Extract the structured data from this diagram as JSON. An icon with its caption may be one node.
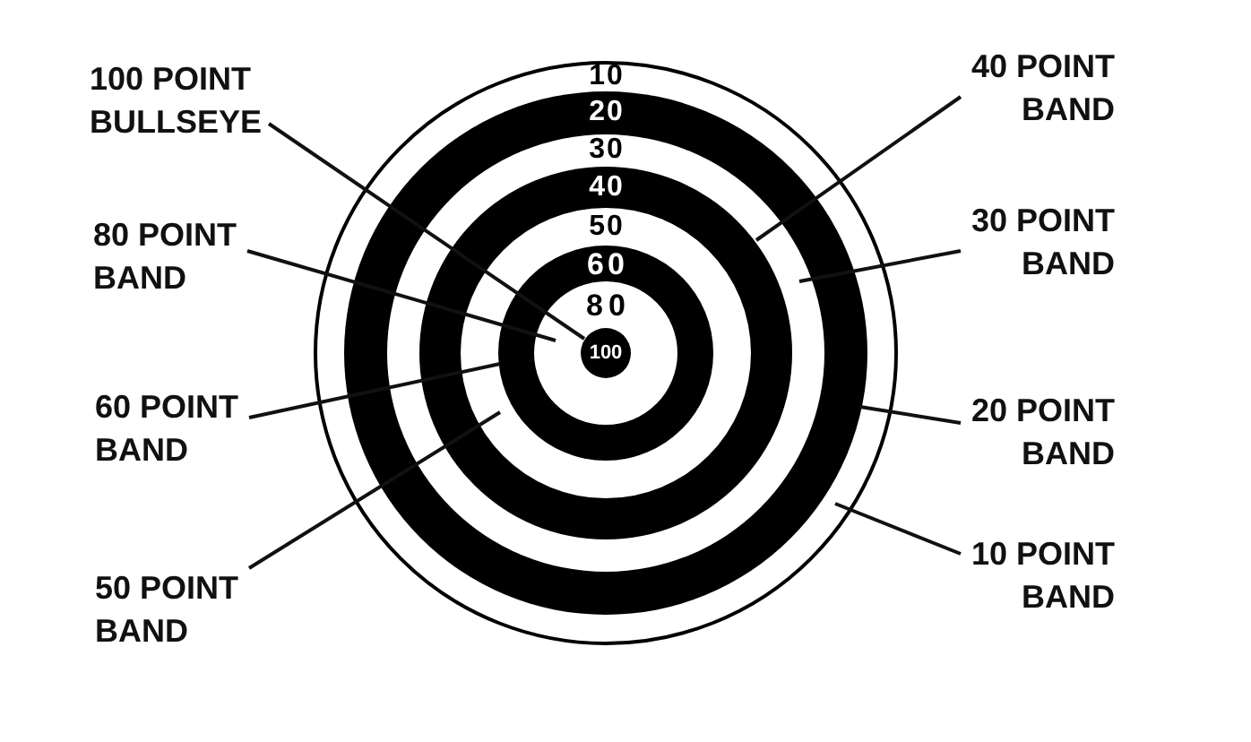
{
  "diagram": {
    "nodes": [
      {
        "text": [
          "10"
        ]
      },
      {
        "text": [
          "20"
        ],
        "in": 0
      },
      {
        "text": [
          "30"
        ],
        "in": 1
      },
      {
        "text": [
          "40"
        ],
        "in": 2
      },
      {
        "text": [
          "50"
        ],
        "in": 3
      },
      {
        "text": [
          "60"
        ],
        "in": 4
      },
      {
        "text": [
          "80"
        ],
        "in": 5
      },
      {
        "text": [
          "100"
        ],
        "in": 6
      },
      {
        "text": [
          "100 POINT BULLSEYE"
        ]
      },
      {
        "text": [
          "40 POINT BAND"
        ]
      },
      {
        "text": [
          "80 POINT BAND"
        ]
      },
      {
        "text": [
          "30 POINT BAND"
        ]
      },
      {
        "text": [
          "60 POINT BAND"
        ]
      },
      {
        "text": [
          "20 POINT BAND"
        ]
      },
      {
        "text": [
          "50 POINT BAND"
        ]
      },
      {
        "text": [
          "10 POINT BAND"
        ]
      }
    ],
    "edges": [
      {
        "from": 8,
        "to": 7,
        "arrow": "none"
      },
      {
        "from": 9,
        "to": 3,
        "arrow": "none"
      },
      {
        "from": 10,
        "to": 6,
        "arrow": "none"
      },
      {
        "from": 11,
        "to": 2,
        "arrow": "none"
      },
      {
        "from": 12,
        "to": 5,
        "arrow": "none"
      },
      {
        "from": 13,
        "to": 1,
        "arrow": "none"
      },
      {
        "from": 14,
        "to": 4,
        "arrow": "none"
      },
      {
        "from": 15,
        "to": 0,
        "arrow": "none"
      }
    ]
  }
}
